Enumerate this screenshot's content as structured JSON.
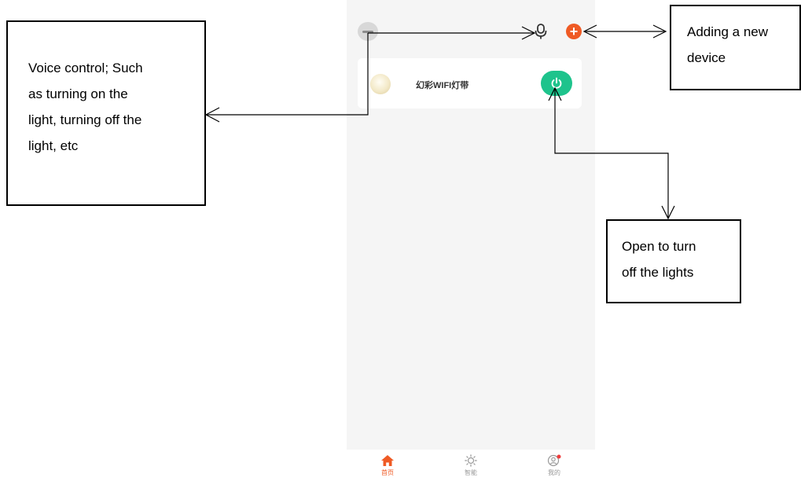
{
  "app": {
    "device_card": {
      "name": "幻彩WIFI灯带"
    },
    "add_button_label": "+",
    "tabs": [
      {
        "label": "首页",
        "icon": "home-icon",
        "active": true
      },
      {
        "label": "智能",
        "icon": "sun-icon",
        "active": false
      },
      {
        "label": "我的",
        "icon": "profile-icon",
        "active": false,
        "badge": true
      }
    ],
    "colors": {
      "accent": "#ef5a24",
      "power_on": "#1ec38c",
      "background": "#f5f5f5"
    }
  },
  "annotations": {
    "voice": {
      "lines": [
        "Voice control; Such",
        "as turning on the",
        "light, turning off the",
        "light, etc"
      ]
    },
    "add": {
      "lines": [
        "Adding a new",
        "device"
      ]
    },
    "power": {
      "lines": [
        "Open to turn",
        "off the lights"
      ]
    }
  }
}
